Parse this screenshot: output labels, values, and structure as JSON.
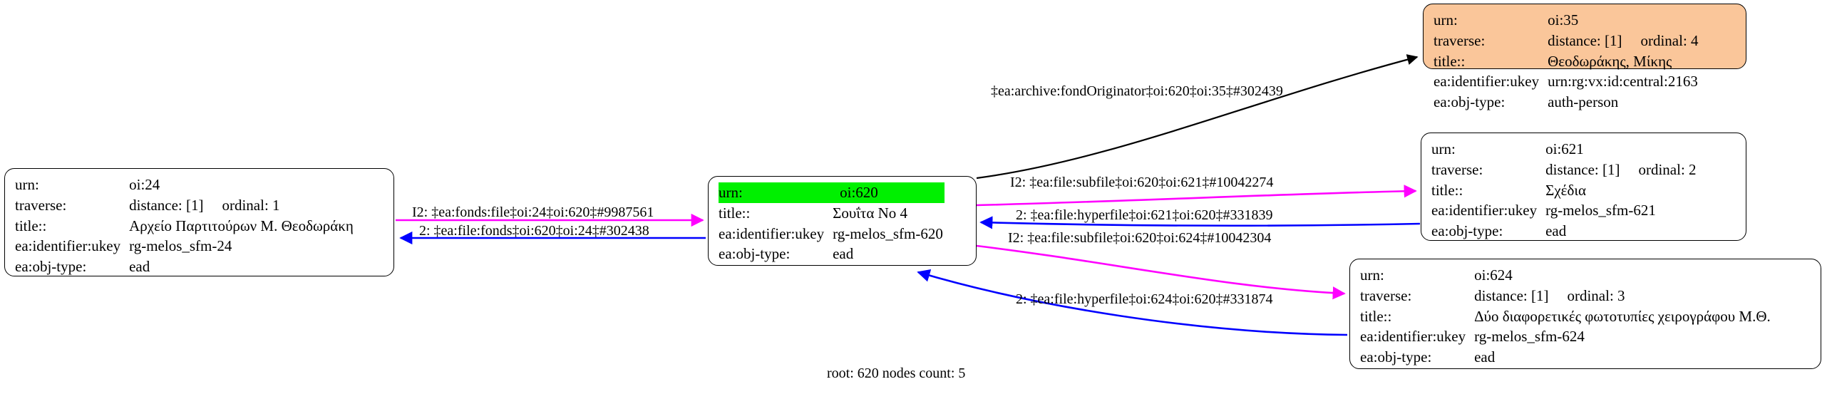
{
  "graph": {
    "caption": "root: 620 nodes count: 5",
    "colors": {
      "node_fill_default": "#ffffff",
      "node_fill_authority": "#fac69a",
      "node_highlight_row": "#00f000",
      "edge_forward": "#ff00ff",
      "edge_reverse": "#0000ff",
      "edge_plain": "#000000",
      "node_border": "#000000"
    },
    "field_labels": {
      "urn": "urn:",
      "traverse": "traverse:",
      "title": "title::",
      "ukey": "ea:identifier:ukey",
      "objtype": "ea:obj-type:"
    },
    "nodes": [
      {
        "id": "oi:24",
        "highlight": false,
        "fill": "white",
        "rows": [
          {
            "key": "urn:",
            "value": "oi:24"
          },
          {
            "key": "traverse:",
            "value": "distance: [1]",
            "ordinal": "ordinal: 1"
          },
          {
            "key": "title::",
            "value": "Αρχείο Παρτιτούρων Μ. Θεοδωράκη"
          },
          {
            "key": "ea:identifier:ukey",
            "value": "rg-melos_sfm-24"
          },
          {
            "key": "ea:obj-type:",
            "value": "ead"
          }
        ]
      },
      {
        "id": "oi:620",
        "highlight": true,
        "fill": "white",
        "rows": [
          {
            "key": "urn:",
            "value": "oi:620"
          },
          {
            "key": "title::",
            "value": "Σουΐτα No 4"
          },
          {
            "key": "ea:identifier:ukey",
            "value": "rg-melos_sfm-620"
          },
          {
            "key": "ea:obj-type:",
            "value": "ead"
          }
        ]
      },
      {
        "id": "oi:35",
        "highlight": false,
        "fill": "orange",
        "rows": [
          {
            "key": "urn:",
            "value": "oi:35"
          },
          {
            "key": "traverse:",
            "value": "distance: [1]",
            "ordinal": "ordinal: 4"
          },
          {
            "key": "title::",
            "value": "Θεοδωράκης, Μίκης"
          },
          {
            "key": "ea:identifier:ukey",
            "value": "urn:rg:vx:id:central:2163"
          },
          {
            "key": "ea:obj-type:",
            "value": "auth-person"
          }
        ]
      },
      {
        "id": "oi:621",
        "highlight": false,
        "fill": "white",
        "rows": [
          {
            "key": "urn:",
            "value": "oi:621"
          },
          {
            "key": "traverse:",
            "value": "distance: [1]",
            "ordinal": "ordinal: 2"
          },
          {
            "key": "title::",
            "value": "Σχέδια"
          },
          {
            "key": "ea:identifier:ukey",
            "value": "rg-melos_sfm-621"
          },
          {
            "key": "ea:obj-type:",
            "value": "ead"
          }
        ]
      },
      {
        "id": "oi:624",
        "highlight": false,
        "fill": "white",
        "rows": [
          {
            "key": "urn:",
            "value": "oi:624"
          },
          {
            "key": "traverse:",
            "value": "distance: [1]",
            "ordinal": "ordinal: 3"
          },
          {
            "key": "title::",
            "value": "Δύο διαφορετικές φωτοτυπίες χειρογράφου Μ.Θ."
          },
          {
            "key": "ea:identifier:ukey",
            "value": "rg-melos_sfm-624"
          },
          {
            "key": "ea:obj-type:",
            "value": "ead"
          }
        ]
      }
    ],
    "edges": [
      {
        "name": "fond-originator",
        "label": "‡ea:archive:fondOriginator‡oi:620‡oi:35‡#302439",
        "color": "#000000"
      },
      {
        "name": "fonds-file-24-620",
        "label": "I2: ‡ea:fonds:file‡oi:24‡oi:620‡#9987561",
        "color": "#ff00ff"
      },
      {
        "name": "file-fonds-620-24",
        "label": "2: ‡ea:file:fonds‡oi:620‡oi:24‡#302438",
        "color": "#0000ff"
      },
      {
        "name": "subfile-620-621",
        "label": "I2: ‡ea:file:subfile‡oi:620‡oi:621‡#10042274",
        "color": "#ff00ff"
      },
      {
        "name": "hyperfile-621-620",
        "label": "2: ‡ea:file:hyperfile‡oi:621‡oi:620‡#331839",
        "color": "#0000ff"
      },
      {
        "name": "subfile-620-624",
        "label": "I2: ‡ea:file:subfile‡oi:620‡oi:624‡#10042304",
        "color": "#ff00ff"
      },
      {
        "name": "hyperfile-624-620",
        "label": "2: ‡ea:file:hyperfile‡oi:624‡oi:620‡#331874",
        "color": "#0000ff"
      }
    ]
  }
}
